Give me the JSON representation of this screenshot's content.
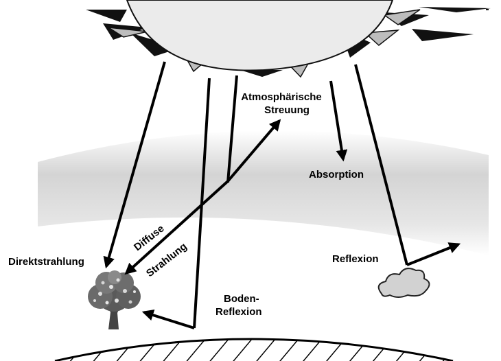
{
  "diagram": {
    "labels": {
      "direct": "Direktstrahlung",
      "scatter_line1": "Atmosphärische",
      "scatter_line2": "Streuung",
      "absorption": "Absorption",
      "diffuse_line1": "Diffuse",
      "diffuse_line2": "Strahlung",
      "reflection": "Reflexion",
      "ground_line1": "Boden-",
      "ground_line2": "Reflexion"
    },
    "elements": [
      "sun",
      "atmosphere-band",
      "tree",
      "cloud",
      "ground"
    ],
    "colors": {
      "sun_fill": "#ebebeb",
      "ray_dark": "#111111",
      "ray_light": "#bdbdbd",
      "atmosphere": "#d6d6d6",
      "arrow": "#000000"
    }
  }
}
